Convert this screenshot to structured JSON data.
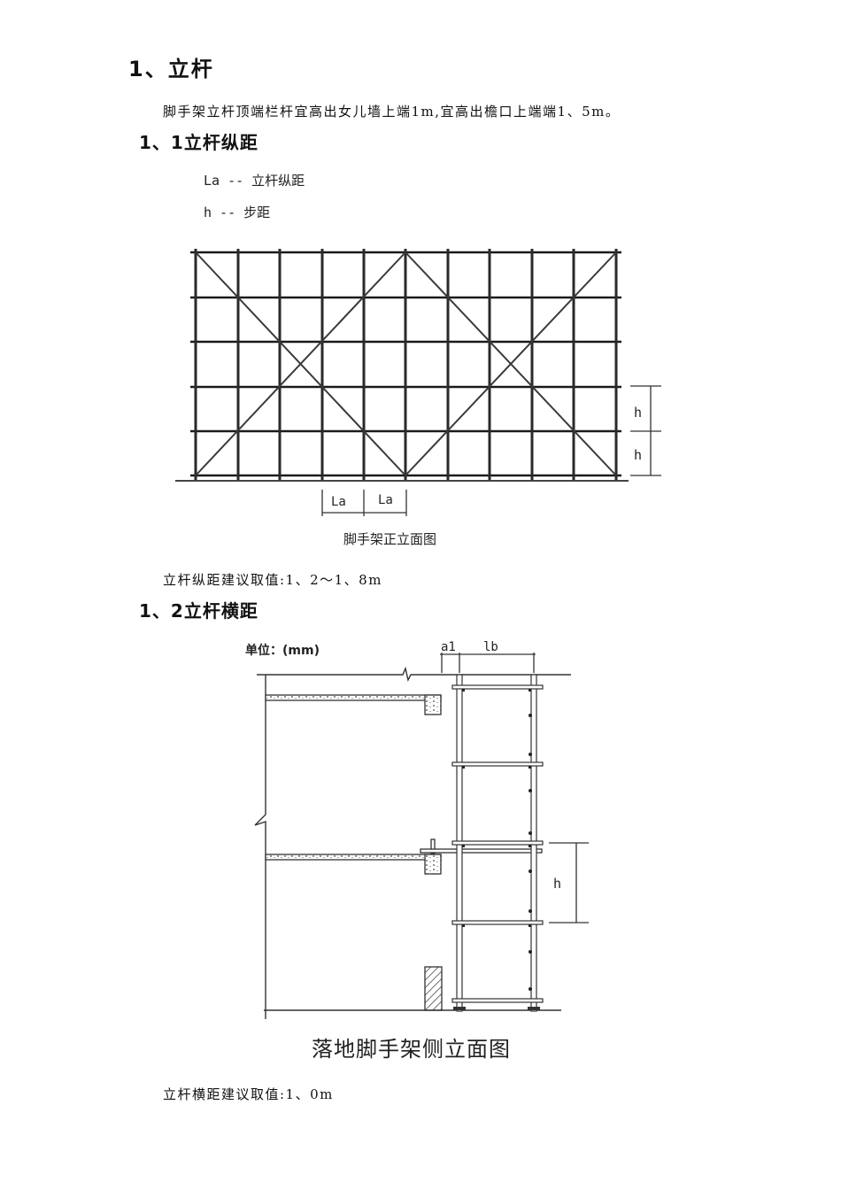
{
  "section1": {
    "heading": "1、立杆",
    "paragraph": "脚手架立杆顶端栏杆宜高出女儿墙上端1m,宜高出檐口上端端1、5m。"
  },
  "section1_1": {
    "heading": "1、1立杆纵距",
    "figure": {
      "legend": [
        {
          "symbol": "La",
          "text": "La -- 立杆纵距"
        },
        {
          "symbol": "h",
          "text": "h  -- 步距"
        }
      ],
      "dimension_labels": {
        "la_1": "La",
        "la_2": "La",
        "h_1": "h",
        "h_2": "h"
      },
      "caption": "脚手架正立面图"
    },
    "recommendation": "立杆纵距建议取值:1、2～1、8m"
  },
  "section1_2": {
    "heading": "1、2立杆横距",
    "figure": {
      "unit_label": "单位：(mm)",
      "dimension_labels": {
        "a1": "a1",
        "lb": "lb",
        "h": "h"
      },
      "caption": "落地脚手架侧立面图"
    },
    "recommendation": "立杆横距建议取值:1、0m"
  },
  "colors": {
    "text": "#111111",
    "line": "#1a1a1a",
    "pipe": "#555555"
  }
}
